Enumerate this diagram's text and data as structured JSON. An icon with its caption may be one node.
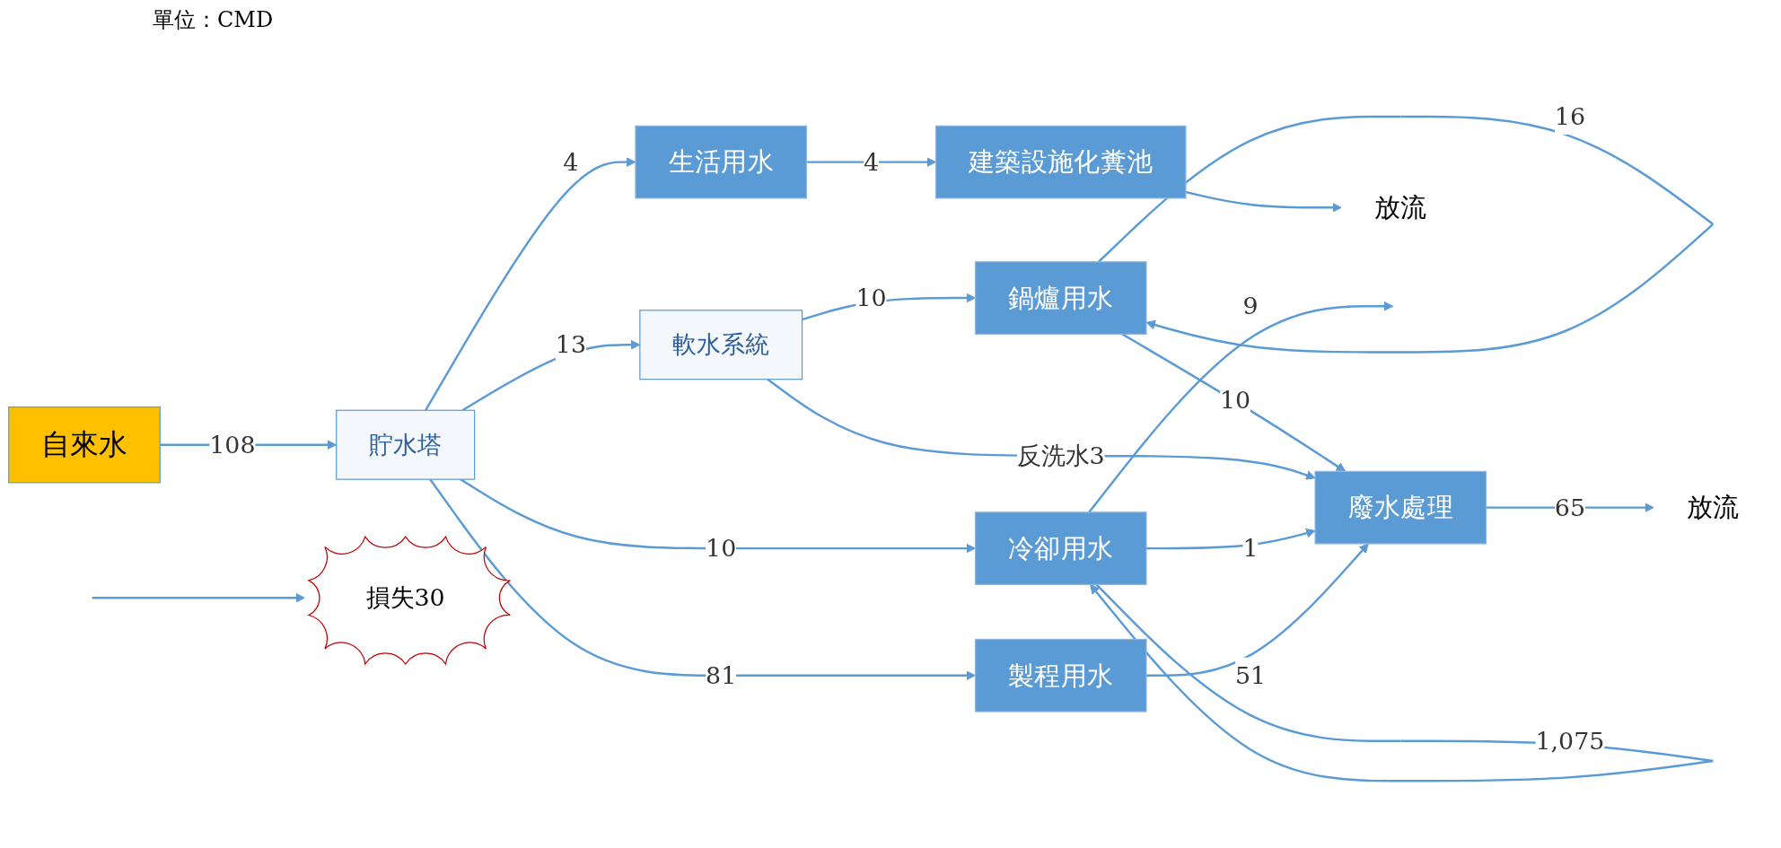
{
  "diagram": {
    "nodes": [
      {
        "text": [
          "自來水"
        ]
      },
      {
        "text": [
          "貯水塔"
        ]
      },
      {
        "text": [
          "軟水系統"
        ]
      },
      {
        "text": [
          "鍋爐用水"
        ]
      },
      {
        "text": [
          "冷卻用水"
        ]
      },
      {
        "text": [
          "廢水處理"
        ]
      },
      {
        "text": [
          "製程用水"
        ]
      },
      {
        "text": [
          "生活用水"
        ]
      },
      {
        "text": [
          "建築設施化糞池"
        ]
      },
      {
        "text": [
          "損失30"
        ]
      },
      {
        "text": [
          "放流"
        ]
      },
      {
        "text": [
          "放流"
        ]
      }
    ],
    "edges": [
      {
        "from": 0,
        "to": 1,
        "arrow": "to",
        "label": "108"
      },
      {
        "from": 1,
        "to": 2,
        "arrow": "to",
        "label": "13"
      },
      {
        "from": 2,
        "to": 3,
        "arrow": "to",
        "label": "10"
      },
      {
        "from": 3,
        "to": 3,
        "arrow": "to",
        "label": "16"
      },
      {
        "from": 3,
        "to": 5,
        "arrow": "to",
        "label": "10"
      },
      {
        "from": 2,
        "to": 5,
        "arrow": "to",
        "label": "反洗水3"
      },
      {
        "from": 1,
        "to": 4,
        "arrow": "to",
        "label": "10"
      },
      {
        "from": 4,
        "to": 4,
        "arrow": "to",
        "label": "1,075"
      },
      {
        "from": 4,
        "to": null,
        "arrow": "to",
        "label": "9"
      },
      {
        "from": 4,
        "to": 5,
        "arrow": "to",
        "label": "1"
      },
      {
        "from": 5,
        "to": 10,
        "arrow": "to",
        "label": "65"
      },
      {
        "from": 1,
        "to": 6,
        "arrow": "to",
        "label": "81"
      },
      {
        "from": null,
        "to": 9,
        "arrow": "to"
      },
      {
        "from": 6,
        "to": 5,
        "arrow": "to",
        "label": "51"
      },
      {
        "from": 1,
        "to": 7,
        "arrow": "to",
        "label": "4"
      },
      {
        "from": 7,
        "to": 8,
        "arrow": "to",
        "label": "4"
      },
      {
        "from": 8,
        "to": 11,
        "arrow": "to"
      }
    ],
    "labels": [
      "單位：CMD"
    ]
  }
}
